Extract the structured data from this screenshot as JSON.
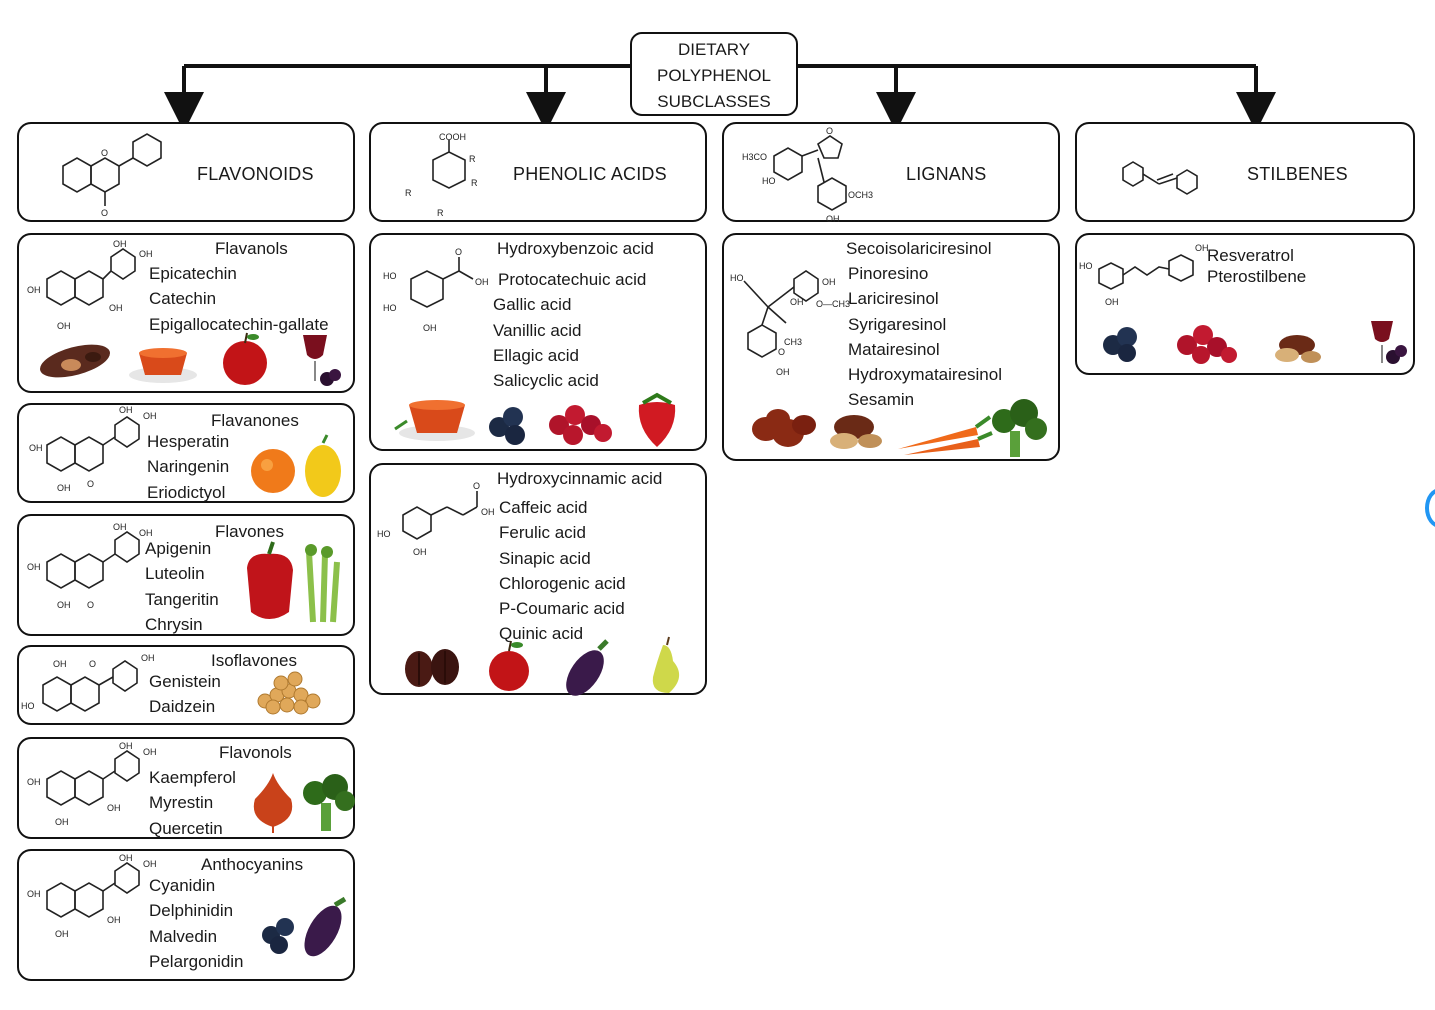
{
  "root": {
    "lines": [
      "DIETARY",
      "POLYPHENOL",
      "SUBCLASSES"
    ]
  },
  "classes": [
    {
      "title": "FLAVONOIDS"
    },
    {
      "title": "PHENOLIC ACIDS"
    },
    {
      "title": "LIGNANS"
    },
    {
      "title": "STILBENES"
    }
  ],
  "flavonoids": {
    "flavanols": {
      "title": "Flavanols",
      "items": [
        "Epicatechin",
        "Catechin",
        "Epigallocatechin-gallate"
      ]
    },
    "flavanones": {
      "title": "Flavanones",
      "items": [
        "Hesperatin",
        "Naringenin",
        "Eriodictyol"
      ]
    },
    "flavones": {
      "title": "Flavones",
      "items": [
        "Apigenin",
        "Luteolin",
        "Tangeritin",
        "Chrysin"
      ]
    },
    "isoflavones": {
      "title": "Isoflavones",
      "items": [
        "Genistein",
        "Daidzein"
      ]
    },
    "flavonols": {
      "title": "Flavonols",
      "items": [
        "Kaempferol",
        "Myrestin",
        "Quercetin"
      ]
    },
    "anthocyanins": {
      "title": "Anthocyanins",
      "items": [
        "Cyanidin",
        "Delphinidin",
        "Malvedin",
        "Pelargonidin"
      ]
    }
  },
  "phenolic_acids": {
    "hydroxybenzoic": {
      "title": "Hydroxybenzoic acid",
      "items": [
        "Protocatechuic acid",
        "Gallic acid",
        "Vanillic acid",
        "Ellagic acid",
        "Salicyclic acid"
      ]
    },
    "hydroxycinnamic": {
      "title": "Hydroxycinnamic acid",
      "items": [
        "Caffeic acid",
        "Ferulic acid",
        "Sinapic acid",
        "Chlorogenic acid",
        "P-Coumaric acid",
        "Quinic acid"
      ]
    }
  },
  "lignans": {
    "items": [
      "Secoisolariciresinol",
      "Pinoresino",
      "Lariciresinol",
      "Syrigaresinol",
      "Matairesinol",
      "Hydroxymatairesinol",
      "Sesamin"
    ]
  },
  "stilbenes": {
    "items": [
      "Resveratrol",
      "Pterostilbene"
    ]
  },
  "chem_labels": {
    "cooh": "COOH",
    "r": "R",
    "oh": "OH",
    "ho": "HO",
    "o": "O",
    "h3co": "H3CO",
    "och3": "OCH3",
    "o_ch3": "O—CH3",
    "ch3": "CH3"
  },
  "colors": {
    "line": "#111111",
    "accent_arc": "#2196f3"
  }
}
